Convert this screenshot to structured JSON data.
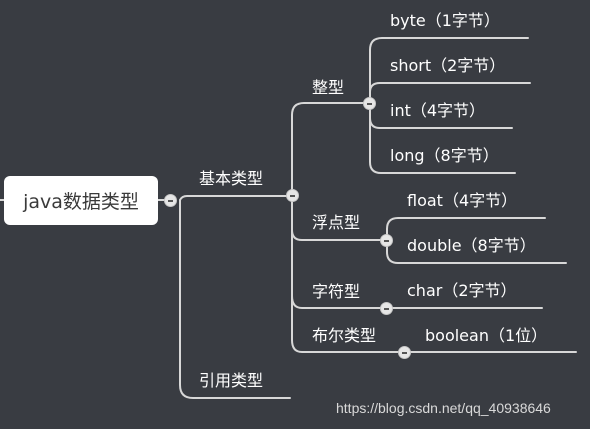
{
  "root": {
    "label": "java数据类型"
  },
  "branches": {
    "basic": "基本类型",
    "reference": "引用类型"
  },
  "categories": {
    "integer": "整型",
    "float": "浮点型",
    "char": "字符型",
    "boolean": "布尔类型"
  },
  "leaves": {
    "byte": "byte（1字节）",
    "short": "short（2字节）",
    "int": "int（4字节）",
    "long": "long（8字节）",
    "float": "float（4字节）",
    "double": "double（8字节）",
    "char": "char（2字节）",
    "boolean": "boolean（1位）"
  },
  "watermark": "https://blog.csdn.net/qq_40938646",
  "colors": {
    "background": "#393c42",
    "line": "#d9d9d9",
    "text": "#ffffff",
    "root_box": "#ffffff"
  }
}
